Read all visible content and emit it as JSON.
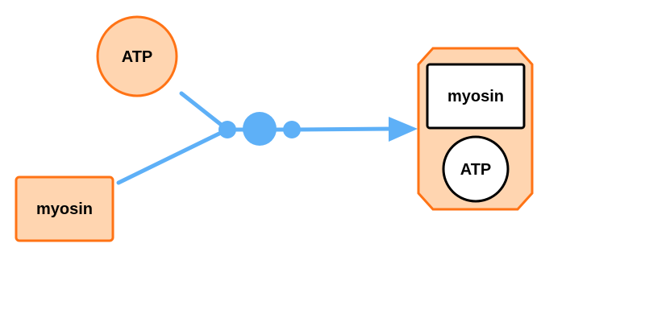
{
  "diagram": {
    "reactants": {
      "atp": {
        "label": "ATP",
        "shape": "circle"
      },
      "myosin": {
        "label": "myosin",
        "shape": "rounded-rectangle"
      }
    },
    "product": {
      "shape": "octagon-complex",
      "components": {
        "myosin": {
          "label": "myosin",
          "shape": "rounded-rectangle"
        },
        "atp": {
          "label": "ATP",
          "shape": "circle"
        }
      }
    },
    "process": {
      "type": "association",
      "arrow": "production"
    },
    "colors": {
      "node_fill": "#ffd5b0",
      "node_stroke": "#ff7315",
      "edge": "#5eb0f7",
      "inner_fill": "#ffffff",
      "inner_stroke": "#000000"
    }
  }
}
